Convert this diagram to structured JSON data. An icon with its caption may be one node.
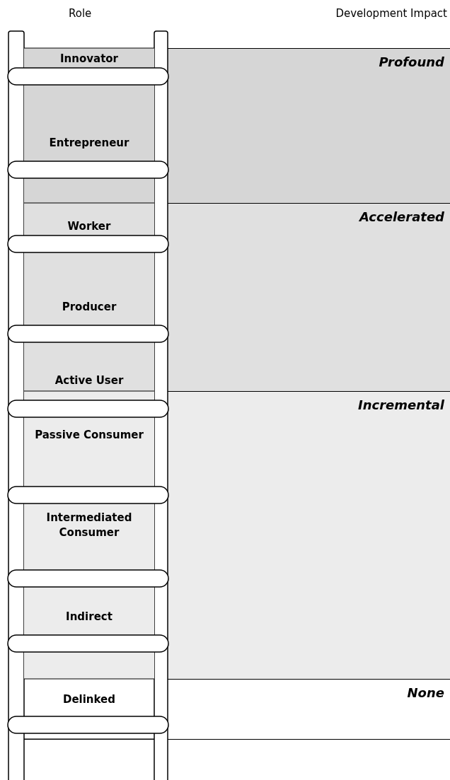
{
  "diagram": {
    "nodes": [
      {
        "text": [
          "Profound"
        ]
      },
      {
        "text": [
          "Accelerated"
        ]
      },
      {
        "text": [
          "Incremental"
        ]
      },
      {
        "text": [
          "None"
        ]
      }
    ],
    "labels": [
      "Role",
      "Development Impact",
      "Innovator",
      "Entrepreneur",
      "Worker",
      "Producer",
      "Active User",
      "Passive Consumer",
      "Intermediated Consumer",
      "Indirect",
      "Delinked"
    ]
  }
}
